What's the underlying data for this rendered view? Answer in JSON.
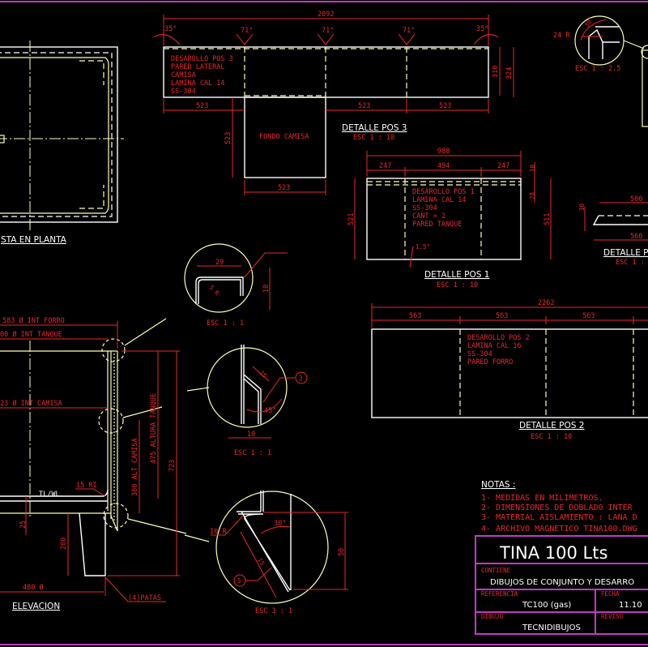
{
  "colors": {
    "background": "#000000",
    "dimension": "#e8282c",
    "geometry": "#ffffff",
    "hidden": "#ffffb8",
    "border": "#c03cc0"
  },
  "plan": {
    "title": "STA EN PLANTA"
  },
  "pos3": {
    "total": "2092",
    "ang1": "35°",
    "ang2": "71°",
    "ang3": "71°",
    "ang4": "71°",
    "ang5": "35°",
    "h1": "310",
    "h2": "324",
    "w1": "523",
    "w2": "523",
    "w3": "523",
    "v": "523",
    "bottom": "523",
    "note": [
      "DESAROLLO POS 3",
      "PARED LATERAL",
      "CAMISA",
      "LAMINA CAL 14",
      "SS-304"
    ],
    "fondo": "FONDO CAMISA",
    "title": "DETALLE POS 3",
    "scale": "ESC 1 : 10"
  },
  "corner_detail": {
    "radius": "24 R",
    "angle": "30°",
    "scale": "ESC 1 : 2.5"
  },
  "pos1": {
    "total": "988",
    "w1": "247",
    "w2": "494",
    "w3": "247",
    "t1": "10",
    "t2": "28",
    "h1": "521",
    "h2": "511",
    "note": [
      "DESAROLLO POS 1",
      "LAMINA CAL 14",
      "SS-304",
      "CANT = 2",
      "PARED TANQUE"
    ],
    "angle": "1.5°",
    "title": "DETALLE POS 1",
    "scale": "ESC 1 : 10"
  },
  "pos4": {
    "t": "10",
    "top": "500",
    "bottom": "560",
    "title": "DETALLE P",
    "scale": "ESC 1 :"
  },
  "pos2": {
    "total": "2262",
    "w1": "563",
    "w2": "563",
    "w3": "563",
    "note": [
      "DESAROLLO POS 2",
      "LAMINA CAL 16",
      "SS-304",
      "PARED FORRO"
    ],
    "title": "DETALLE POS 2",
    "scale": "ESC 1 : 10"
  },
  "elevation": {
    "forro": "583 Ø  INT FORRO",
    "tanque": "00 Ø INT TANQUE",
    "camisa": "23 Ø INT CAMISA",
    "tlwl": "TL/WL",
    "ri": "15 RI",
    "d25": "25",
    "d200": "200",
    "d480": "480 Ø",
    "patas": "(4)PATAS",
    "alt_camisa": "300 ALT CAMISA",
    "alt_tanque": "475 ALTURA TANQUE",
    "d723": "723",
    "title": "ELEVACION"
  },
  "detail_a": {
    "w": "29",
    "r": "5 R",
    "h": "10",
    "scale": "ESC 1 : 1"
  },
  "detail_b": {
    "l": "15",
    "ref": "3",
    "ang": "45°",
    "w": "10",
    "scale": "ESC 1 : 1"
  },
  "detail_c": {
    "r": "10 R",
    "ang": "30°",
    "ref": "5",
    "l": "15",
    "h": "50",
    "scale": "ESC 1 : 1"
  },
  "notes": {
    "title": "NOTAS :",
    "items": [
      "1- MEDIDAS EN MILIMETROS.",
      "2- DIMENSIONES DE DOBLADO INTER",
      "3- MATERIAL AISLAMIENTO : LANA D",
      "4- ARCHIVO MAGNETICO TINA100.DWG"
    ]
  },
  "title_block": {
    "title": "TINA 100 Lts",
    "contiene_label": "CONTIENE",
    "contiene": "DIBUJOS DE CONJUNTO Y DESARRO",
    "referencia_label": "REFERENCIA",
    "referencia": "TC100 (gas)",
    "fecha_label": "FECHA",
    "fecha": "11.10",
    "dibujo_label": "DIBUJO",
    "dibujo": "TECNIDIBUJOS",
    "reviso_label": "REVISO"
  }
}
